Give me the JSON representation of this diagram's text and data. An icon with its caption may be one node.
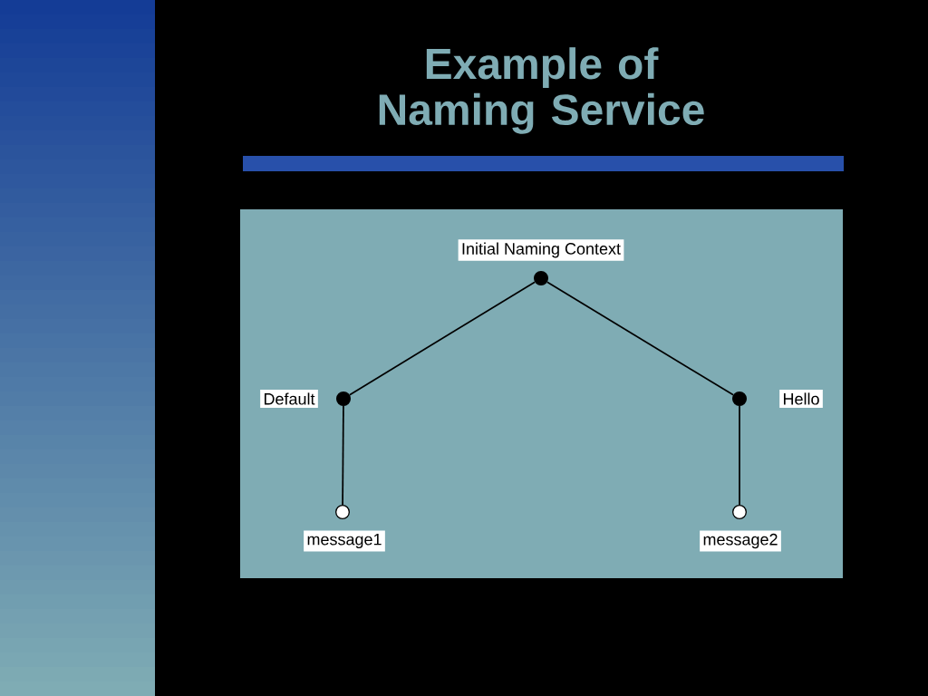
{
  "diagram": {
    "title": "Example of Naming Service",
    "nodes": [
      {
        "text": [],
        "shape": "circle",
        "beside": [
          "Initial Naming Context"
        ]
      },
      {
        "text": [],
        "shape": "circle",
        "beside": [
          "Default"
        ]
      },
      {
        "text": [],
        "shape": "circle",
        "beside": [
          "Hello"
        ]
      },
      {
        "text": [],
        "shape": "circle",
        "beside": [
          "message1"
        ]
      },
      {
        "text": [],
        "shape": "circle",
        "beside": [
          "message2"
        ]
      }
    ],
    "edges": [
      {
        "from": 0,
        "to": 1,
        "arrow": "none"
      },
      {
        "from": 0,
        "to": 2,
        "arrow": "none"
      },
      {
        "from": 1,
        "to": 3,
        "arrow": "none"
      },
      {
        "from": 2,
        "to": 4,
        "arrow": "none"
      }
    ]
  }
}
